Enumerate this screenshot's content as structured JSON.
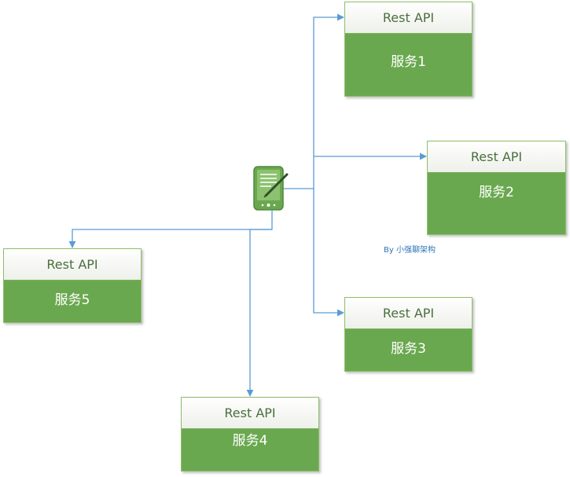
{
  "diagram": {
    "services": [
      {
        "id": "s1",
        "api_label": "Rest API",
        "name": "服务1"
      },
      {
        "id": "s2",
        "api_label": "Rest API",
        "name": "服务2"
      },
      {
        "id": "s3",
        "api_label": "Rest API",
        "name": "服务3"
      },
      {
        "id": "s4",
        "api_label": "Rest API",
        "name": "服务4"
      },
      {
        "id": "s5",
        "api_label": "Rest API",
        "name": "服务5"
      }
    ],
    "client_icon": "tablet-pen-icon",
    "credit": "By 小强聊架构",
    "colors": {
      "service_fill": "#6aa84f",
      "header_fill": "#ffffff",
      "connector": "#5b9bd5",
      "credit_text": "#2e75b6"
    }
  }
}
